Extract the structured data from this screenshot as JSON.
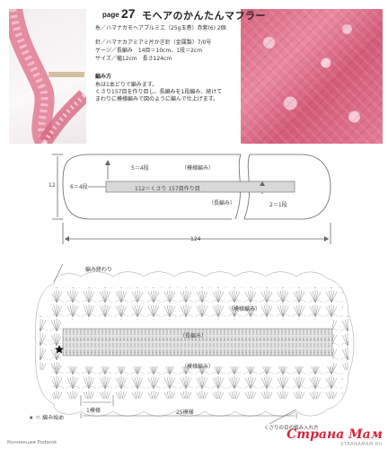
{
  "header": {
    "page_label": "page",
    "page_number": "27",
    "title": "モヘアのかんたんマフラー"
  },
  "spec": {
    "yarn": "糸／ハマナカモヘアプルミエ（25g玉巻）赤紫(6) 2個",
    "needle": "針／ハマナカアミアミ片かぎ針（金属製）7/0号",
    "gauge": "ゲージ／長編み　14目＝10cm、1段＝2cm",
    "size": "サイズ／幅12cm　長さ124cm",
    "method_heading": "編み方",
    "method_lines": [
      "糸は1本どりで編みます。",
      "くさり157目を作り目し、長編みを1段編み、続けて",
      "まわりに模様編みで図のように編んで仕上げます。"
    ]
  },
  "schematic": {
    "height_label": "12",
    "width_label": "124",
    "rows_top": "5＝4段",
    "rows_left": "6＝4段",
    "pattern_top": "（模様編み）",
    "chain_label": "112＝くさり 157目作り目",
    "dc_label": "（長編み）",
    "rows_right": "2＝1段"
  },
  "chart": {
    "end_label": "編み終わり",
    "pattern_upper": "（模様編み）",
    "dc_center": "（長編み）",
    "pattern_lower": "（模様編み）",
    "one_repeat": "1模様",
    "repeat_count": "25模様",
    "start_legend": "★ ＝ 編み始め",
    "chain_note": "くさりの目の編み入れ方"
  },
  "footer": {
    "collection": "Коллекция Podarok",
    "watermark": "Страна Мам",
    "watermark_sub": "STRANAMAM.RU"
  },
  "colors": {
    "yarn_pink": "#e07a92",
    "watermark_red": "#d7263d"
  }
}
